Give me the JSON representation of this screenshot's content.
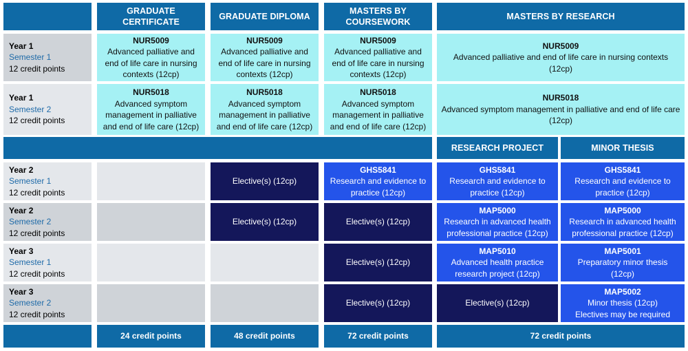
{
  "headers": {
    "graduate_certificate": "GRADUATE CERTIFICATE",
    "graduate_diploma": "GRADUATE DIPLOMA",
    "masters_coursework": "MASTERS BY COURSEWORK",
    "masters_research": "MASTERS BY RESEARCH",
    "research_project": "RESEARCH PROJECT",
    "minor_thesis": "MINOR THESIS"
  },
  "rows": [
    {
      "year": "Year 1",
      "semester": "Semester 1",
      "points": "12 credit points"
    },
    {
      "year": "Year 1",
      "semester": "Semester 2",
      "points": "12 credit points"
    },
    {
      "year": "Year 2",
      "semester": "Semester 1",
      "points": "12 credit points"
    },
    {
      "year": "Year 2",
      "semester": "Semester 2",
      "points": "12 credit points"
    },
    {
      "year": "Year 3",
      "semester": "Semester 1",
      "points": "12 credit points"
    },
    {
      "year": "Year 3",
      "semester": "Semester 2",
      "points": "12 credit points"
    }
  ],
  "units": {
    "nur5009": {
      "code": "NUR5009",
      "title": "Advanced palliative and end of life care in nursing contexts (12cp)"
    },
    "nur5018": {
      "code": "NUR5018",
      "title": "Advanced symptom management in palliative and end of life care (12cp)"
    },
    "ghs5841": {
      "code": "GHS5841",
      "title": "Research and evidence to practice (12cp)"
    },
    "map5000": {
      "code": "MAP5000",
      "title": "Research in advanced health professional practice (12cp)"
    },
    "map5010": {
      "code": "MAP5010",
      "title": "Advanced health practice research project (12cp)"
    },
    "map5001": {
      "code": "MAP5001",
      "title": "Preparatory minor thesis (12cp)"
    },
    "map5002": {
      "code": "MAP5002",
      "title": "Minor thesis (12cp)",
      "note": "Electives may be required"
    },
    "elective": "Elective(s) (12cp)"
  },
  "totals": {
    "graduate_certificate": "24 credit points",
    "graduate_diploma": "48 credit points",
    "masters_coursework": "72 credit points",
    "masters_research": "72 credit points"
  },
  "colors": {
    "header_blue": "#0f6aa6",
    "unit_cyan": "#a5f1f4",
    "elective_navy": "#14175a",
    "research_blue": "#2454ea",
    "semester_text": "#1e6aa8"
  }
}
